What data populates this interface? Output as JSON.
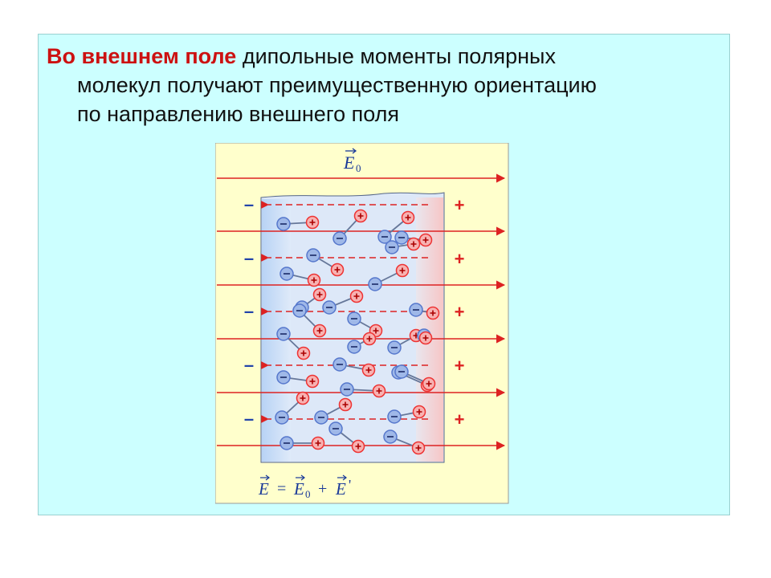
{
  "slide": {
    "heading_highlight": "Во внешнем поле",
    "heading_line1_rest": " дипольные моменты полярных",
    "heading_line2": "молекул получают преимущественную ориентацию",
    "heading_line3": "по направлению внешнего поля"
  },
  "figure": {
    "field_label_letter": "E",
    "field_label_sub": "0",
    "formula": {
      "lhs": "E",
      "eq": "=",
      "term1": "E",
      "term1_sub": "0",
      "plus": "+",
      "term2": "E",
      "prime": "'"
    },
    "neg_sign": "–",
    "pos_sign": "+",
    "colors": {
      "field_line": "#dd2222",
      "negative": "#5577cc",
      "positive": "#ee3333",
      "dielectric": "#dde8f8",
      "background": "#ffffcc"
    }
  }
}
